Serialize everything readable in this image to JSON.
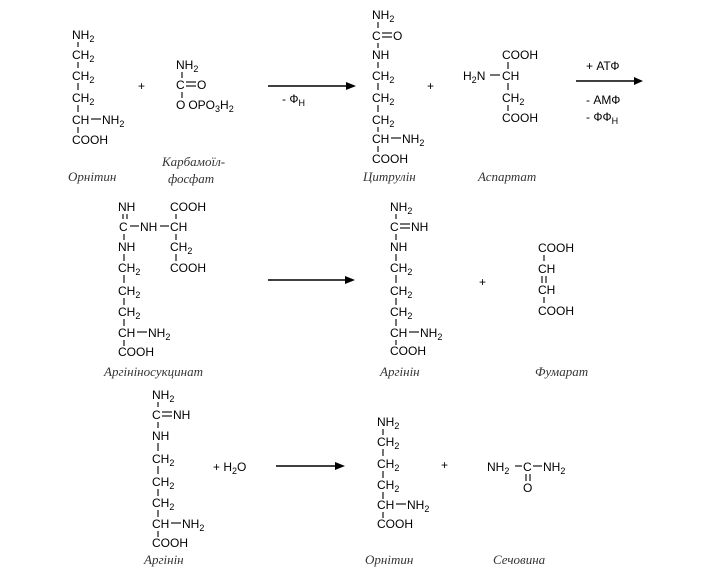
{
  "figure": {
    "groups": {
      "nh2": "NH",
      "h2": "2",
      "ch2": "CH",
      "ch": "CH",
      "c": "C",
      "cooh": "COOH",
      "nh": "NH",
      "o": "O",
      "opo3": "OPO",
      "h2_2": "H",
      "h2n": "H",
      "h2n_n": "N",
      "nh_eq": "NH",
      "eq_o": "O"
    },
    "ops": {
      "plus": "+",
      "minus_fn": "-  Ф",
      "fn_sub": "Н",
      "plus_atf": "+  АТФ",
      "minus_amf": "-  АМФ",
      "minus_ffn": "-  ФФ",
      "ffn_sub": "Н",
      "h2o": "+  H",
      "h2o_sub": "2",
      "h2o_o": "O"
    },
    "labels": {
      "ornithine": "Орнітин",
      "carbamoyl1": "Карбамоїл-",
      "carbamoyl2": "фосфат",
      "citrulline": "Цитрулін",
      "aspartate": "Аспартат",
      "argininosuccinate": "Аргініносукцинат",
      "arginine": "Аргінін",
      "fumarate": "Фумарат",
      "ornithine2": "Орнітин",
      "urea": "Сечовина"
    },
    "colors": {
      "ink": "#000000",
      "label": "#333333",
      "background": "#ffffff"
    }
  }
}
